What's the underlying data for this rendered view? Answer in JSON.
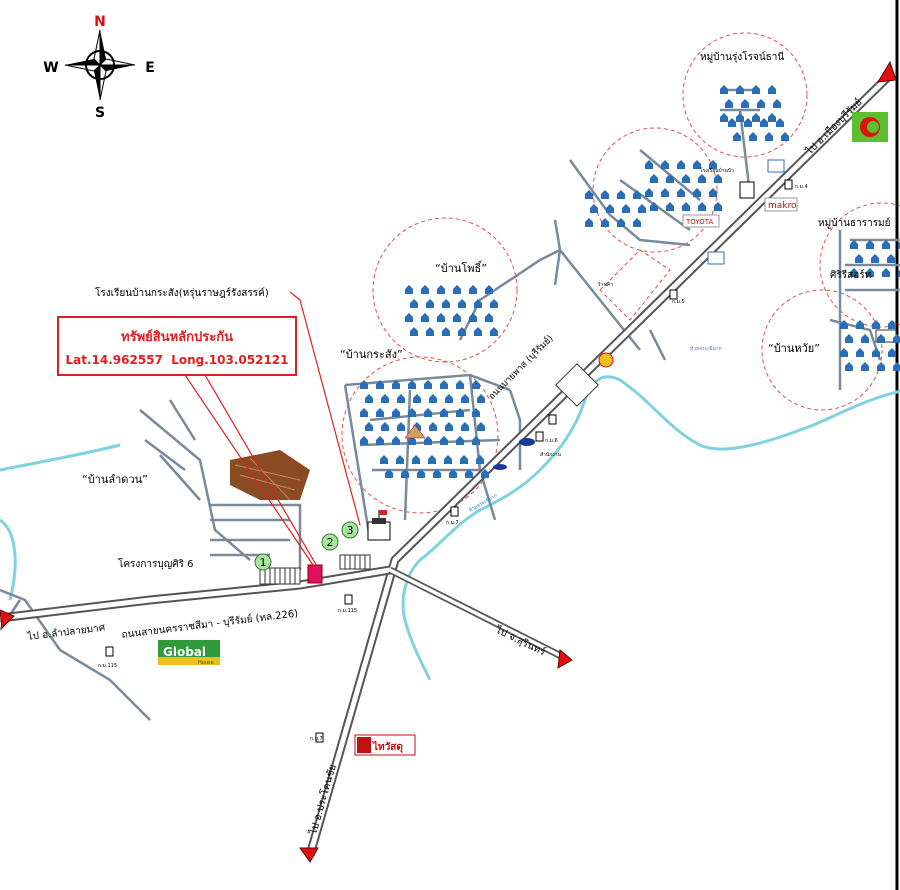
{
  "compass": {
    "north": "N",
    "south": "S",
    "east": "E",
    "west": "W"
  },
  "callout": {
    "title": "ทรัพย์สินหลักประกัน",
    "coords": "Lat.14.962557  Long.103.052121",
    "border_color": "#e02020",
    "text_color": "#e02020"
  },
  "school_label": "โรงเรียนบ้านกระสัง(หรุ่นราษฎร์รังสรรค์)",
  "villages": {
    "ban_pho": "“บ้านโพธิ์”",
    "ban_krasang": "“บ้านกระสัง”",
    "ban_lamduan": "“บ้านลำดวน”",
    "ban_huai": "“บ้านหวัย”",
    "moo_ban_rung_rot": "หมู่บ้านรุ่งโรจน์ธานี",
    "moo_ban_tharakom": "หมู่บ้านธารารมย์",
    "srisamrong": "ศิริรีสอร์ท",
    "project_bunsiri": "โครงการบุญศิริ 6"
  },
  "roads": {
    "main_road": "ถนนสายนครราชสีมา - บุรีรัมย์ (ทล.226)",
    "bypass_road": "ถนนบายพาส (บุรีรัมย์)",
    "to_lamplaimat": "ไป อ.ลำปลายมาศ",
    "to_surin": "ไป จ.สุรินทร์",
    "to_buriram_city": "ไป อ.เมืองบุรีรัมย์",
    "to_bottom": "ไป อ.ประโคนชัย"
  },
  "markers": [
    "1",
    "2",
    "3"
  ],
  "brands": {
    "global_house": "Global",
    "global_house_sub": "House",
    "makro": "makro",
    "thaiwatsadu": "ไทวัสดุ",
    "toyota": "TOYOTA"
  },
  "small_labels": {
    "km_115_a": "ก.ม.115",
    "km_115_b": "ก.ม.115",
    "km_7_a": "ก.ม.7",
    "km_7_b": "ก.ม.7",
    "km_5": "ก.ม.5",
    "km_4": "ก.ม.4",
    "km_6": "ก.ม.6",
    "river": "ห้วยจระเข้มาก",
    "river_b": "ห้วยจระเข้มาก",
    "school_small": "โรงเรียนบ้านบัว",
    "shop_small": "ร้านค้า",
    "office_small": "สำนักงาน"
  },
  "colors": {
    "road": "#7a8a9a",
    "house": "#2a6fb5",
    "circle": "#e05050",
    "river": "#7fd3e0",
    "marker_fill": "#a8e6a0",
    "arrow": "#e01010"
  }
}
